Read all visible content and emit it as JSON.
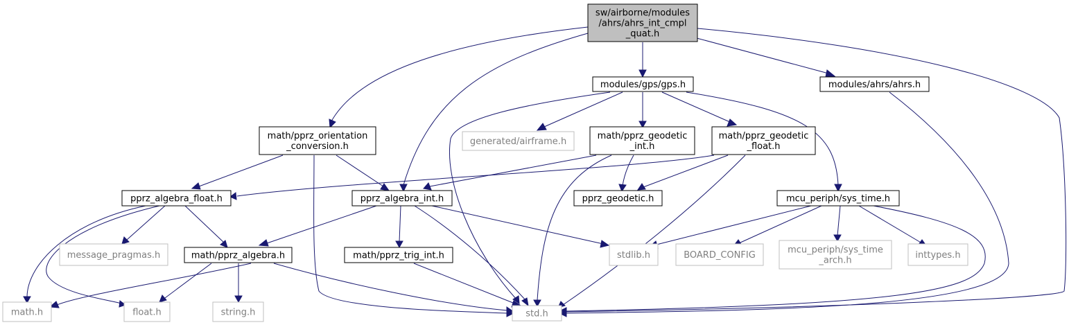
{
  "diagram": {
    "colors": {
      "edge": "#191970",
      "root_fill": "#bfbfbf",
      "root_stroke": "#000000",
      "node_fill": "#ffffff",
      "node_stroke": "#000000",
      "missing_stroke": "#bfbfbf",
      "missing_text": "#7f7f7f",
      "text": "#000000"
    },
    "nodes": [
      {
        "id": "root",
        "kind": "root",
        "lines": [
          "sw/airborne/modules",
          "/ahrs/ahrs_int_cmpl",
          "_quat.h"
        ]
      },
      {
        "id": "gps",
        "kind": "normal",
        "lines": [
          "modules/gps/gps.h"
        ]
      },
      {
        "id": "ahrs",
        "kind": "normal",
        "lines": [
          "modules/ahrs/ahrs.h"
        ]
      },
      {
        "id": "orient",
        "kind": "normal",
        "lines": [
          "math/pprz_orientation",
          "_conversion.h"
        ]
      },
      {
        "id": "airframe",
        "kind": "missing",
        "lines": [
          "generated/airframe.h"
        ]
      },
      {
        "id": "geoint",
        "kind": "normal",
        "lines": [
          "math/pprz_geodetic",
          "_int.h"
        ]
      },
      {
        "id": "geofloat",
        "kind": "normal",
        "lines": [
          "math/pprz_geodetic",
          "_float.h"
        ]
      },
      {
        "id": "algfloat",
        "kind": "normal",
        "lines": [
          "pprz_algebra_float.h"
        ]
      },
      {
        "id": "algint",
        "kind": "normal",
        "lines": [
          "pprz_algebra_int.h"
        ]
      },
      {
        "id": "geodetic",
        "kind": "normal",
        "lines": [
          "pprz_geodetic.h"
        ]
      },
      {
        "id": "systime",
        "kind": "normal",
        "lines": [
          "mcu_periph/sys_time.h"
        ]
      },
      {
        "id": "msgpragmas",
        "kind": "missing",
        "lines": [
          "message_pragmas.h"
        ]
      },
      {
        "id": "alg",
        "kind": "normal",
        "lines": [
          "math/pprz_algebra.h"
        ]
      },
      {
        "id": "trig",
        "kind": "normal",
        "lines": [
          "math/pprz_trig_int.h"
        ]
      },
      {
        "id": "stdlib",
        "kind": "missing",
        "lines": [
          "stdlib.h"
        ]
      },
      {
        "id": "board",
        "kind": "missing",
        "lines": [
          "BOARD_CONFIG"
        ]
      },
      {
        "id": "systimearch",
        "kind": "missing",
        "lines": [
          "mcu_periph/sys_time",
          "_arch.h"
        ]
      },
      {
        "id": "inttypes",
        "kind": "missing",
        "lines": [
          "inttypes.h"
        ]
      },
      {
        "id": "math",
        "kind": "missing",
        "lines": [
          "math.h"
        ]
      },
      {
        "id": "float",
        "kind": "missing",
        "lines": [
          "float.h"
        ]
      },
      {
        "id": "string",
        "kind": "missing",
        "lines": [
          "string.h"
        ]
      },
      {
        "id": "std",
        "kind": "missing",
        "lines": [
          "std.h"
        ]
      }
    ],
    "edges": [
      {
        "from": "root",
        "to": "gps"
      },
      {
        "from": "root",
        "to": "ahrs"
      },
      {
        "from": "root",
        "to": "orient"
      },
      {
        "from": "root",
        "to": "algint"
      },
      {
        "from": "root",
        "to": "std"
      },
      {
        "from": "gps",
        "to": "airframe"
      },
      {
        "from": "gps",
        "to": "geoint"
      },
      {
        "from": "gps",
        "to": "geofloat"
      },
      {
        "from": "gps",
        "to": "systime"
      },
      {
        "from": "gps",
        "to": "std"
      },
      {
        "from": "ahrs",
        "to": "std"
      },
      {
        "from": "orient",
        "to": "algfloat"
      },
      {
        "from": "orient",
        "to": "algint"
      },
      {
        "from": "orient",
        "to": "std"
      },
      {
        "from": "geoint",
        "to": "algint"
      },
      {
        "from": "geoint",
        "to": "geodetic"
      },
      {
        "from": "geoint",
        "to": "std"
      },
      {
        "from": "geofloat",
        "to": "algfloat"
      },
      {
        "from": "geofloat",
        "to": "geodetic"
      },
      {
        "from": "geofloat",
        "to": "std"
      },
      {
        "from": "algfloat",
        "to": "msgpragmas"
      },
      {
        "from": "algfloat",
        "to": "alg"
      },
      {
        "from": "algfloat",
        "to": "math"
      },
      {
        "from": "algfloat",
        "to": "float"
      },
      {
        "from": "algint",
        "to": "alg"
      },
      {
        "from": "algint",
        "to": "trig"
      },
      {
        "from": "algint",
        "to": "stdlib"
      },
      {
        "from": "algint",
        "to": "std"
      },
      {
        "from": "systime",
        "to": "stdlib"
      },
      {
        "from": "systime",
        "to": "board"
      },
      {
        "from": "systime",
        "to": "systimearch"
      },
      {
        "from": "systime",
        "to": "inttypes"
      },
      {
        "from": "systime",
        "to": "std"
      },
      {
        "from": "alg",
        "to": "math"
      },
      {
        "from": "alg",
        "to": "float"
      },
      {
        "from": "alg",
        "to": "string"
      },
      {
        "from": "alg",
        "to": "std"
      },
      {
        "from": "trig",
        "to": "std"
      }
    ]
  }
}
